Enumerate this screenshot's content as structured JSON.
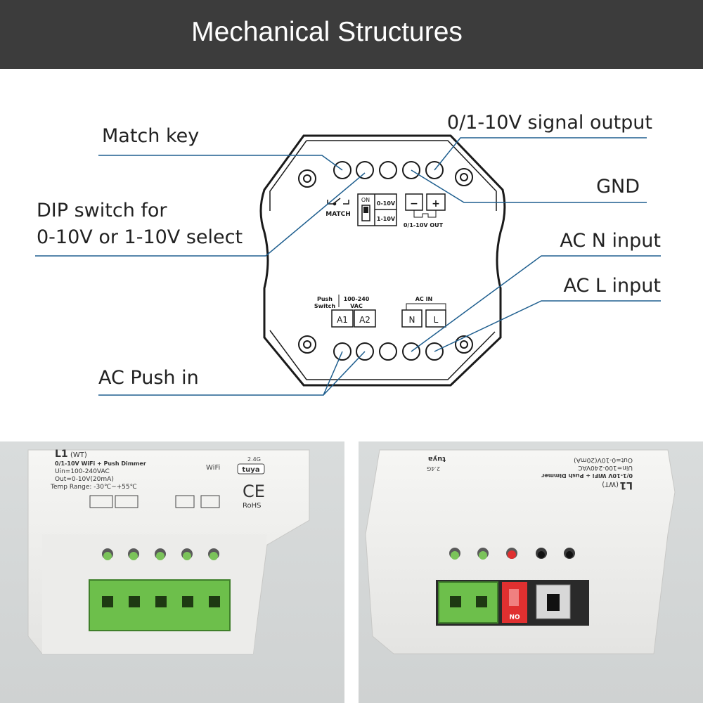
{
  "header": {
    "title": "Mechanical Structures"
  },
  "callouts": {
    "match_key": "Match key",
    "dip_line1": "DIP switch for",
    "dip_line2": "0-10V or 1-10V select",
    "ac_push_in": "AC Push in",
    "signal_output": "0/1-10V signal output",
    "gnd": "GND",
    "ac_n_input": "AC N input",
    "ac_l_input": "AC L input"
  },
  "device": {
    "match_label": "MATCH",
    "on_label": "ON",
    "dip_0_10v": "0-10V",
    "dip_1_10v": "1-10V",
    "minus": "−",
    "plus": "+",
    "out_label": "0/1-10V OUT",
    "push_switch_line1": "Push",
    "push_switch_line2": "Switch",
    "vac_line1": "100-240",
    "vac_line2": "VAC",
    "a1": "A1",
    "a2": "A2",
    "ac_in": "AC IN",
    "n": "N",
    "l": "L"
  },
  "photo_left": {
    "model": "L1",
    "model_suffix": "(WT)",
    "desc": "0/1-10V  WiFi + Push Dimmer",
    "uin": "Uin=100-240VAC",
    "out": "Out=0-10V(20mA)",
    "temp": "Temp Range: -30℃~+55℃",
    "band": "2.4G",
    "wifi": "WiFi",
    "tuya": "tuya",
    "ce": "CE",
    "rohs": "RoHS"
  },
  "photo_right": {
    "model": "L1",
    "model_suffix": "(WT)",
    "desc": "0/1-10V  WiFi + Push Dimmer",
    "uin": "Uin=100-240VAC",
    "out": "Out=0-10V(20mA)",
    "band": "2.4G",
    "tuya": "tuya",
    "on": "ON"
  },
  "colors": {
    "header_bg": "#3c3c3c",
    "leader_line": "#1f5f8f",
    "terminal_green": "#6dbf4b",
    "dip_red": "#e03030"
  }
}
